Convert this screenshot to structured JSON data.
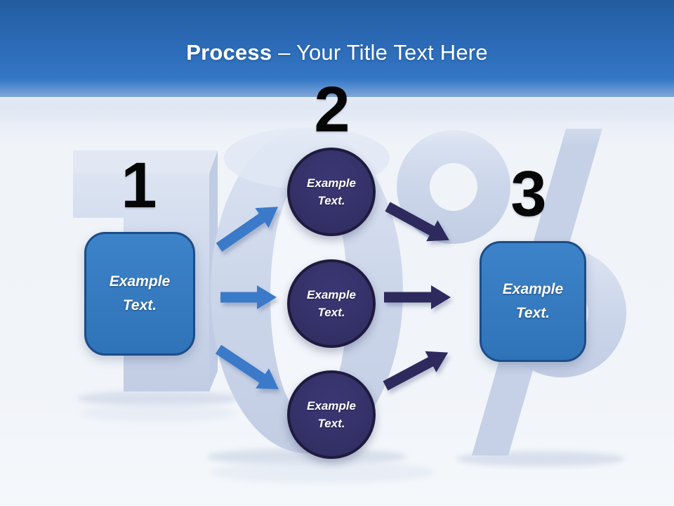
{
  "slide": {
    "title": {
      "bold": "Process",
      "rest": "– Your Title Text Here"
    },
    "background_word": "10%",
    "numbers": {
      "step1": "1",
      "step2": "2",
      "step3": "3"
    },
    "left_box": {
      "label": "Example Text."
    },
    "right_box": {
      "label": "Example Text."
    },
    "circles": [
      {
        "label": "Example Text."
      },
      {
        "label": "Example Text."
      },
      {
        "label": "Example Text."
      }
    ],
    "colors": {
      "header_blue": "#3377c5",
      "box_blue": "#337ac2",
      "box_border": "#1d4c87",
      "circle_navy": "#343168",
      "circle_border": "#1e1b3e",
      "arrow_blue": "#3a7ac8",
      "arrow_navy": "#2f2c5d",
      "background_word_blue": "#ccd6ea",
      "title_white": "#ffffff",
      "number_black": "#060606"
    }
  }
}
